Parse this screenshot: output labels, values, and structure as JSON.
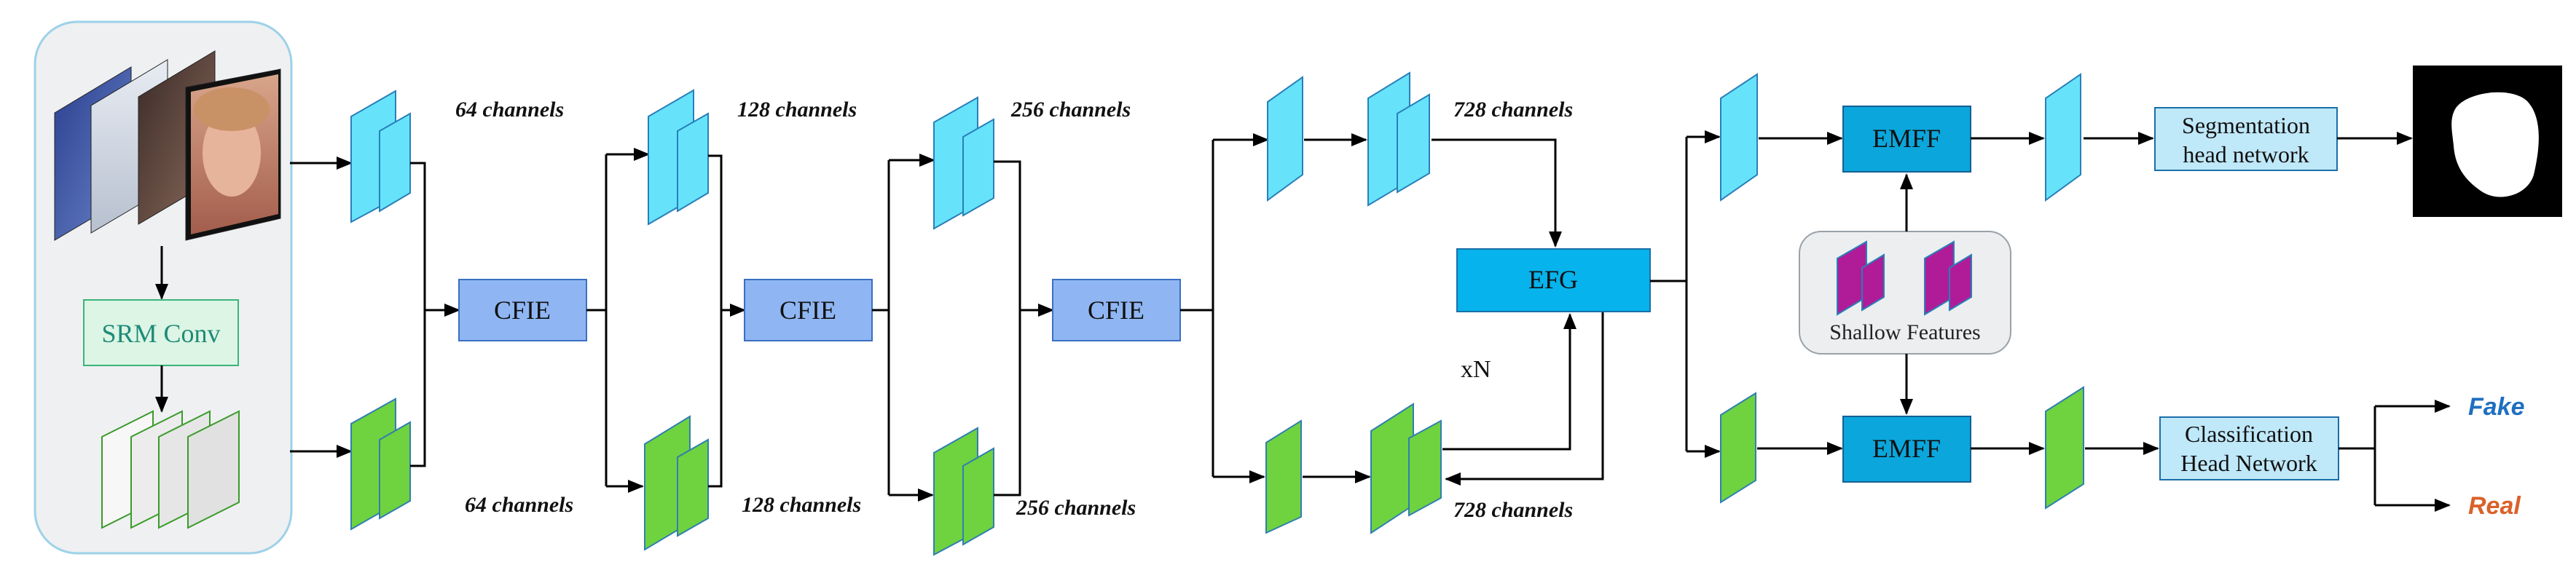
{
  "modules": {
    "srm": "SRM Conv",
    "cfie1": "CFIE",
    "cfie2": "CFIE",
    "cfie3": "CFIE",
    "efg": "EFG",
    "emff_top": "EMFF",
    "emff_bottom": "EMFF",
    "seg_head_line1": "Segmentation",
    "seg_head_line2": "head network",
    "cls_head_line1": "Classification",
    "cls_head_line2": "Head Network"
  },
  "labels": {
    "top_ch1": "64 channels",
    "top_ch2": "128 channels",
    "top_ch3": "256 channels",
    "top_ch4": "728 channels",
    "bot_ch1": "64 channels",
    "bot_ch2": "128 channels",
    "bot_ch3": "256 channels",
    "bot_ch4": "728 channels",
    "repeat": "xN",
    "shallow": "Shallow Features"
  },
  "outputs": {
    "fake": "Fake",
    "real": "Real"
  },
  "colors": {
    "rgb_feature": "#66e3fb",
    "noise_feature": "#6fd23f",
    "cfie_box": "#8fb6f2",
    "efg_box": "#06b3ec",
    "emff_box": "#0aa6dc",
    "head_box": "#bfe8f9",
    "srm_box": "#dcf5e4",
    "shallow_feature": "#b01c98",
    "fake_text": "#1f6fc0",
    "real_text": "#d9622a"
  }
}
